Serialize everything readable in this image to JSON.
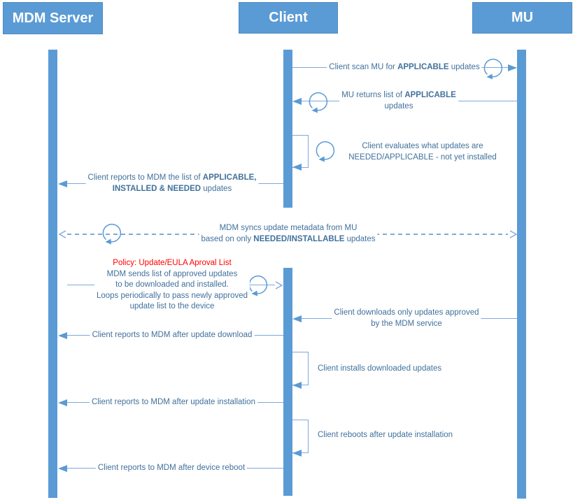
{
  "actors": {
    "mdm": {
      "label": "MDM Server"
    },
    "client": {
      "label": "Client"
    },
    "mu": {
      "label": "MU"
    }
  },
  "colors": {
    "primary_blue": "#5B9BD5",
    "line_blue": "#7FA9DB",
    "text_blue": "#41719C",
    "policy_red": "#FF0000"
  },
  "messages": {
    "scan": {
      "pre": "Client scan MU for ",
      "bold": "APPLICABLE",
      "post": " updates"
    },
    "mu_returns": {
      "line1_pre": "MU returns list of ",
      "line1_bold": "APPLICABLE",
      "line2": "updates"
    },
    "evaluates": {
      "line1": "Client evaluates what updates are",
      "line2": "NEEDED/APPLICABLE - not yet installed"
    },
    "report_list": {
      "line1_pre": "Client reports to MDM the list of ",
      "line1_bold": "APPLICABLE,",
      "line2_bold": "INSTALLED & NEEDED",
      "line2_post": " updates"
    },
    "sync": {
      "line1": "MDM syncs update metadata from MU",
      "line2_pre": "based on only ",
      "line2_bold": "NEEDED/INSTALLABLE",
      "line2_post": " updates"
    },
    "approval": {
      "policy_title": "Policy: Update/EULA Aproval List",
      "line1": "MDM sends list of approved updates",
      "line2": "to be downloaded and installed.",
      "line3": "Loops periodically to pass newly approved",
      "line4": "update list to the device"
    },
    "downloads": {
      "line1": "Client downloads only updates approved",
      "line2": "by the MDM service"
    },
    "report_download": {
      "text": "Client reports to MDM after update download"
    },
    "installs": {
      "text": "Client installs downloaded updates"
    },
    "report_install": {
      "text": "Client reports to MDM after update installation"
    },
    "reboots": {
      "text": "Client reboots after update installation"
    },
    "report_reboot": {
      "text": "Client reports to MDM after device reboot"
    }
  }
}
